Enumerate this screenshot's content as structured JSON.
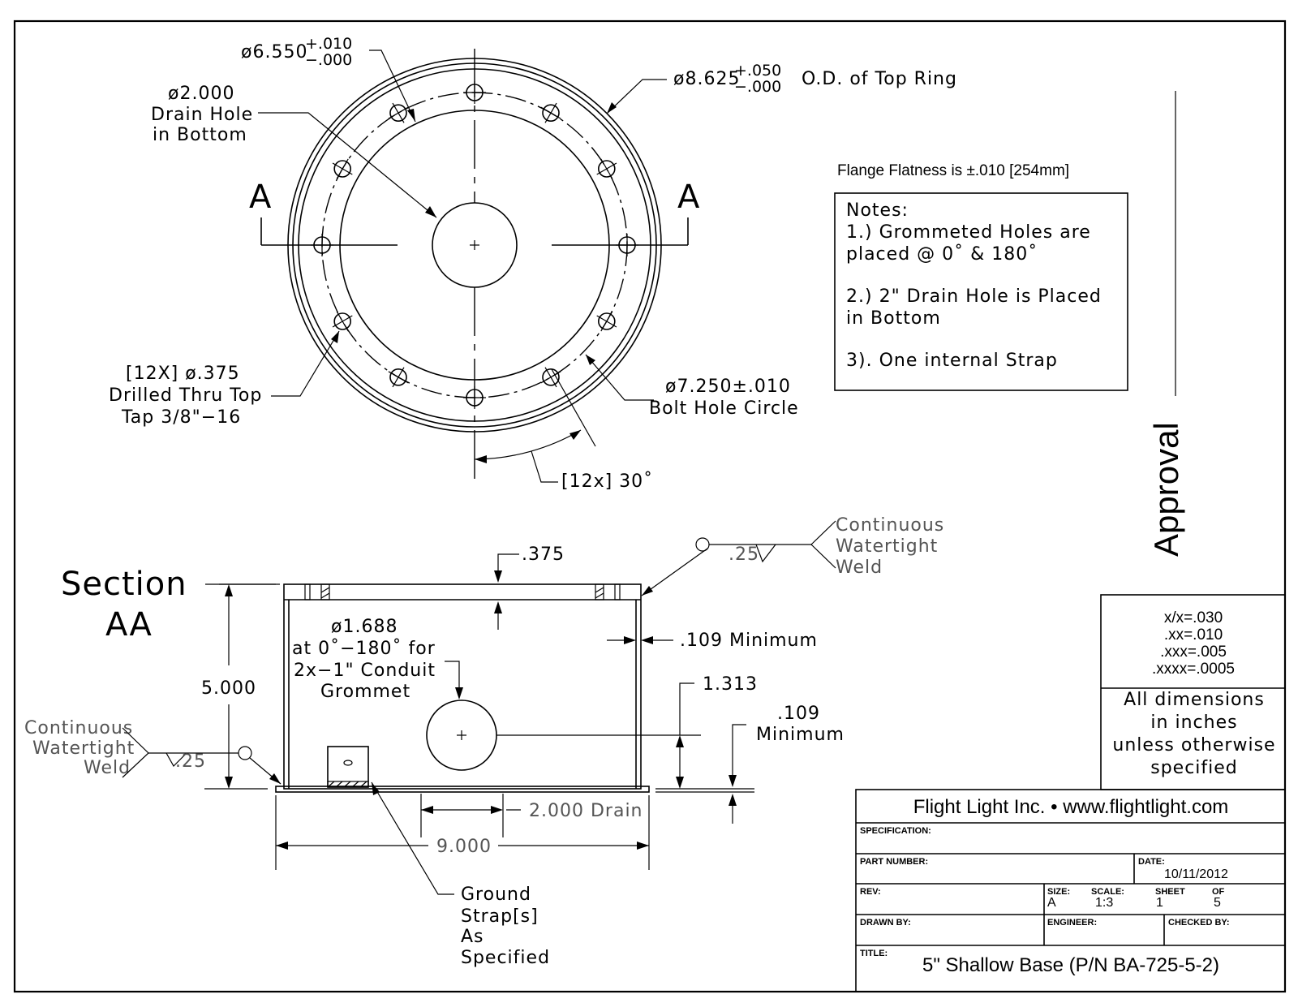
{
  "top_view": {
    "dim_top_bolt_circle_main": "ø6.550",
    "dim_top_bolt_circle_plus": "+.010",
    "dim_top_bolt_circle_minus": "−.000",
    "drain_hole_dia": "ø2.000",
    "drain_hole_line1": "Drain Hole",
    "drain_hole_line2": "in Bottom",
    "od_main": "ø8.625",
    "od_plus": "+.050",
    "od_minus": "−.000",
    "od_label": "O.D. of Top Ring",
    "section_marker_left": "A",
    "section_marker_right": "A",
    "holes_line1": "[12X] ø.375",
    "holes_line2": "Drilled Thru Top",
    "holes_line3": "Tap 3/8\"−16",
    "bolt_circle_dim": "ø7.250±.010",
    "bolt_circle_label": "Bolt Hole Circle",
    "angle_label": "[12x] 30˚"
  },
  "flange_flatness": "Flange Flatness is ±.010 [254mm]",
  "notes": {
    "title": "Notes:",
    "n1_line1": "1.) Grommeted Holes are",
    "n1_line2": "placed @ 0˚ & 180˚",
    "n2_line1": "2.) 2\" Drain Hole is Placed",
    "n2_line2": "in Bottom",
    "n3": "3). One internal Strap"
  },
  "approval_label": "Approval",
  "section": {
    "title_line1": "Section",
    "title_line2": "AA",
    "top_thickness": ".375",
    "weld_top_line1": "Continuous",
    "weld_top_line2": "Watertight",
    "weld_top_line3": "Weld",
    "weld_top_size": ".25",
    "grommet_line1": "ø1.688",
    "grommet_line2": "at 0˚−180˚ for",
    "grommet_line3": "2x−1\" Conduit",
    "grommet_line4": "Grommet",
    "wall_min": ".109 Minimum",
    "height": "5.000",
    "grommet_height": "1.313",
    "bottom_min_line1": ".109",
    "bottom_min_line2": "Minimum",
    "weld_left_line1": "Continuous",
    "weld_left_line2": "Watertight",
    "weld_left_line3": "Weld",
    "weld_left_size": ".25",
    "drain_width": "2.000 Drain",
    "overall_width": "9.000",
    "strap_line1": "Ground",
    "strap_line2": "Strap[s]",
    "strap_line3": "As",
    "strap_line4": "Specified"
  },
  "tolerances": {
    "t1": "x/x=.030",
    "t2": ".xx=.010",
    "t3": ".xxx=.005",
    "t4": ".xxxx=.0005",
    "units_line1": "All dimensions",
    "units_line2": "in inches",
    "units_line3": "unless otherwise",
    "units_line4": "specified"
  },
  "title_block": {
    "company": "Flight Light Inc. • www.flightlight.com",
    "specification_label": "SPECIFICATION:",
    "part_number_label": "PART NUMBER:",
    "date_label": "DATE:",
    "date_value": "10/11/2012",
    "rev_label": "REV:",
    "size_label": "SIZE:",
    "size_value": "A",
    "scale_label": "SCALE:",
    "scale_value": "1:3",
    "sheet_label": "SHEET",
    "sheet_value": "1",
    "of_label": "OF",
    "of_value": "5",
    "drawn_by_label": "DRAWN BY:",
    "engineer_label": "ENGINEER:",
    "checked_by_label": "CHECKED BY:",
    "title_label": "TITLE:",
    "title_value": "5\" Shallow Base (P/N BA-725-5-2)"
  }
}
